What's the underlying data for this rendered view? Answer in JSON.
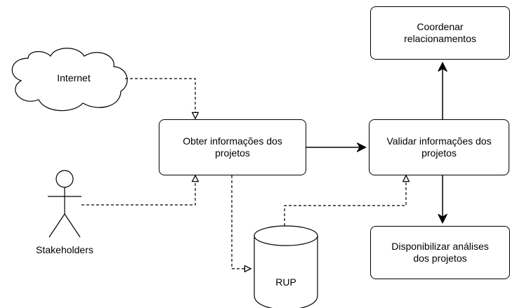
{
  "nodes": {
    "internet": "Internet",
    "obter": "Obter informações dos\nprojetos",
    "validar": "Validar informações dos\nprojetos",
    "coordenar": "Coordenar\nrelacionamentos",
    "disponibilizar": "Disponibilizar análises\ndos projetos",
    "stakeholders": "Stakeholders",
    "rup": "RUP"
  },
  "colors": {
    "stroke": "#000000",
    "fill": "#ffffff"
  },
  "edges": [
    {
      "from": "internet",
      "to": "obter",
      "style": "dashed",
      "head": "open-triangle"
    },
    {
      "from": "stakeholders",
      "to": "obter",
      "style": "dashed",
      "head": "open-triangle"
    },
    {
      "from": "obter",
      "to": "rup",
      "style": "dashed",
      "head": "open-triangle"
    },
    {
      "from": "rup",
      "to": "validar",
      "style": "dashed",
      "head": "open-triangle"
    },
    {
      "from": "obter",
      "to": "validar",
      "style": "solid",
      "head": "filled-arrow"
    },
    {
      "from": "validar",
      "to": "coordenar",
      "style": "solid",
      "head": "filled-arrow"
    },
    {
      "from": "validar",
      "to": "disponibilizar",
      "style": "solid",
      "head": "filled-arrow"
    }
  ]
}
